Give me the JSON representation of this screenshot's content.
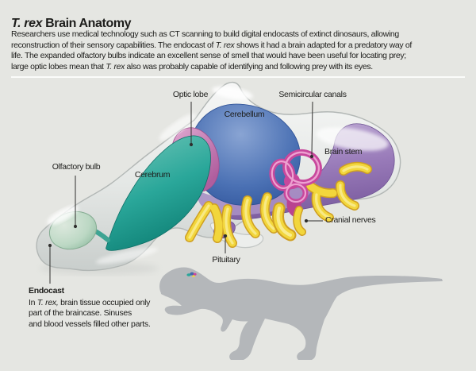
{
  "header": {
    "title_segments": [
      {
        "t": "T. rex",
        "i": true
      },
      {
        "t": " Brain Anatomy",
        "i": false
      }
    ],
    "intro_lines": [
      [
        {
          "t": "Researchers use medical technology such as CT scanning to build digital endocasts of extinct dinosaurs, allowing",
          "i": false
        }
      ],
      [
        {
          "t": "reconstruction of their sensory capabilities. The endocast of ",
          "i": false
        },
        {
          "t": "T. rex",
          "i": true
        },
        {
          "t": " shows it had a brain adapted for a predatory way of",
          "i": false
        }
      ],
      [
        {
          "t": "life. The expanded olfactory bulbs indicate an excellent sense of smell that would have been useful for locating prey;",
          "i": false
        }
      ],
      [
        {
          "t": "large optic lobes mean that ",
          "i": false
        },
        {
          "t": "T. rex",
          "i": true
        },
        {
          "t": " also was probably capable of identifying and following prey with its eyes.",
          "i": false
        }
      ]
    ]
  },
  "labels": {
    "optic_lobe": "Optic lobe",
    "semicircular_canals": "Semicircular canals",
    "cerebellum": "Cerebellum",
    "brain_stem": "Brain stem",
    "cerebrum": "Cerebrum",
    "olfactory_bulb": "Olfactory bulb",
    "cranial_nerves": "Cranial nerves",
    "pituitary": "Pituitary"
  },
  "note": {
    "title": "Endocast",
    "lines": [
      [
        {
          "t": "In ",
          "i": false
        },
        {
          "t": "T. rex,",
          "i": true
        },
        {
          "t": " brain tissue occupied only",
          "i": false
        }
      ],
      [
        {
          "t": "part of the braincase. Sinuses",
          "i": false
        }
      ],
      [
        {
          "t": "and blood vessels filled other parts.",
          "i": false
        }
      ]
    ]
  },
  "colors": {
    "background": "#e5e6e2",
    "separator": "#fbfcfa",
    "text": "#1d1d1b",
    "endocast_shell": "#e9ebe9",
    "cerebrum": "#2aa79a",
    "olfactory_bulb": "#bdd8c4",
    "optic_lobe": "#c474ae",
    "cerebellum": "#4169ae",
    "brain_stem": "#9071b3",
    "semicircular_canals": "#c8479c",
    "cranial_nerves": "#f2d63c",
    "pituitary": "#8d68ac",
    "silhouette": "#b4b7ba",
    "leader_line": "#2f2f2d"
  }
}
